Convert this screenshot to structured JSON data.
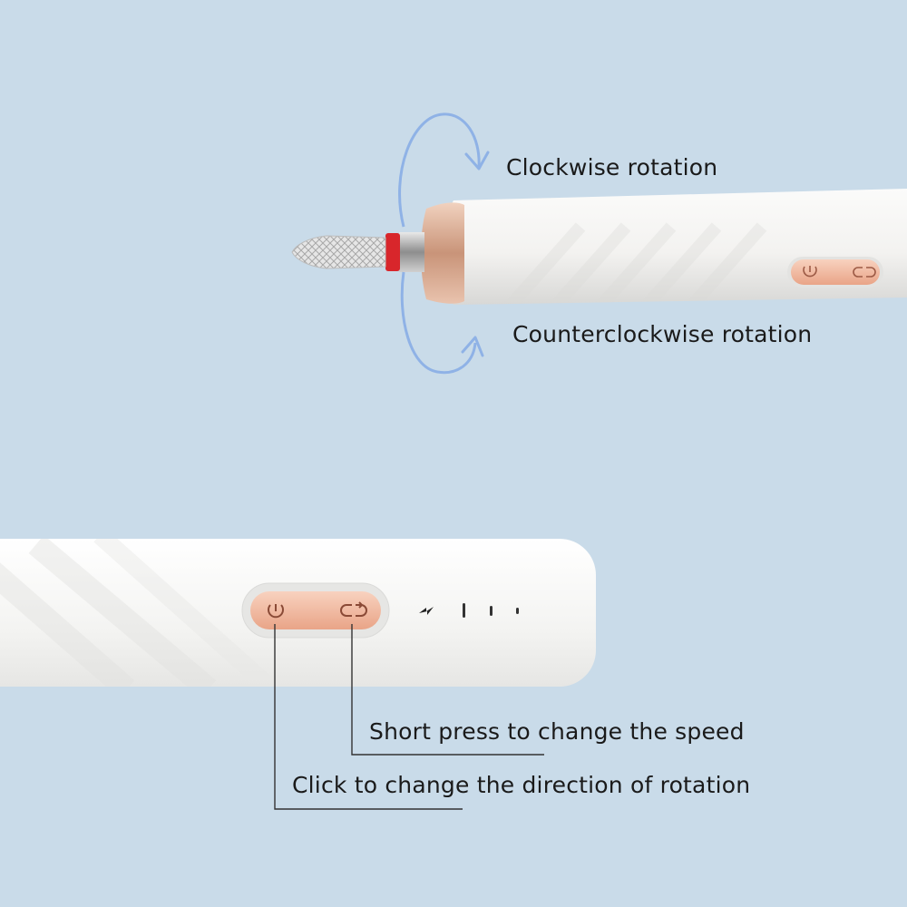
{
  "annotations": {
    "clockwise": "Clockwise rotation",
    "counterclockwise": "Counterclockwise rotation",
    "short_press": "Short press to change the speed",
    "click": "Click to change the direction of rotation"
  },
  "icons": {
    "power": "power-icon",
    "direction": "rotate-direction-icon",
    "charge": "lightning-icon"
  },
  "speed_levels": 3,
  "colors": {
    "background": "#c9dbe9",
    "body": "#f4f4f2",
    "button_accent": "#f2b99f",
    "rotation_arrow": "#8fb2e6",
    "collar_red": "#d8262b",
    "rose_gold": "#e2b79c"
  }
}
